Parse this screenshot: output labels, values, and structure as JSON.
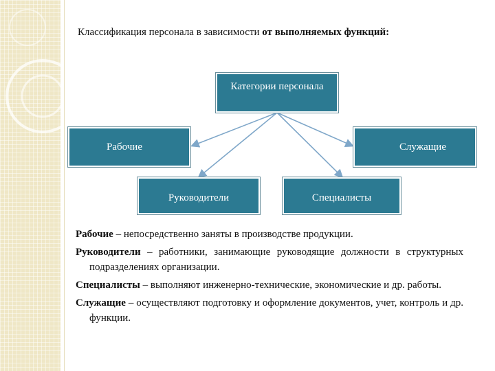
{
  "heading": {
    "text": "Классификация персонала в зависимости ",
    "bold": "от выполняемых функций:"
  },
  "diagram": {
    "root": "Категории персонала",
    "workers": "Рабочие",
    "servants": "Служащие",
    "managers": "Руководители",
    "specialists": "Специалисты"
  },
  "colors": {
    "box_fill": "#2c7a92",
    "box_text": "#ffffff",
    "connector": "#7fa7c9",
    "side_band": "#efe7c6"
  },
  "definitions": [
    {
      "term": "Рабочие",
      "text": " – непосредственно заняты в производстве продукции."
    },
    {
      "term": "Руководители",
      "text": " – работники, занимающие руководящие должности в структурных подразделениях организации."
    },
    {
      "term": "Специалисты",
      "text": " – выполняют инженерно-технические, экономические и др. работы."
    },
    {
      "term": "Служащие",
      "text": " – осуществляют подготовку и оформление документов, учет, контроль и др. функции."
    }
  ]
}
